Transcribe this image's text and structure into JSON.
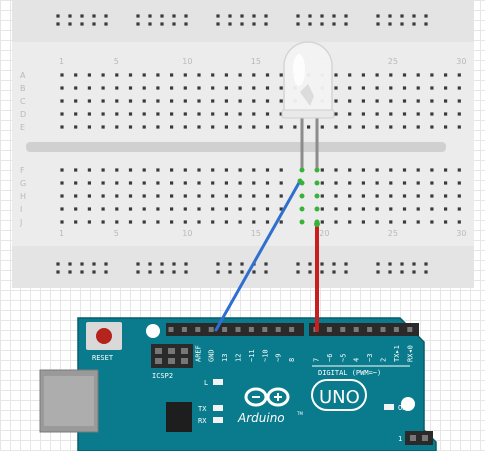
{
  "breadboard": {
    "column_labels": [
      "1",
      "5",
      "10",
      "15",
      "20",
      "25",
      "30"
    ],
    "row_labels_top": [
      "A",
      "B",
      "C",
      "D",
      "E"
    ],
    "row_labels_bottom": [
      "F",
      "G",
      "H",
      "I",
      "J"
    ]
  },
  "arduino": {
    "reset_label": "RESET",
    "icsp_label": "ICSP2",
    "pin_labels": [
      "AREF",
      "GND",
      "13",
      "12",
      "~11",
      "~10",
      "~9",
      "8",
      "7",
      "~6",
      "~5",
      "4",
      "~3",
      "2",
      "TX▸1",
      "RX◂0"
    ],
    "digital_label": "DIGITAL (PWM=~)",
    "led_l_label": "L",
    "tx_label": "TX",
    "rx_label": "RX",
    "brand_label": "Arduino",
    "trademark": "TM",
    "model_label": "UNO",
    "on_label": "ON",
    "pin1_label": "1"
  },
  "wires": [
    {
      "name": "gnd-wire",
      "color": "#2f6fd0",
      "from": "GND",
      "to": "LED cathode row"
    },
    {
      "name": "pin7-wire",
      "color": "#c81e1e",
      "from": "7",
      "to": "LED anode row"
    }
  ],
  "colors": {
    "board": "#0a7b8c",
    "board_edge": "#075c69",
    "breadboard": "#ececec",
    "header": "#2a2a2a",
    "reset_button": "#b5231d",
    "usb": "#9a9a9a",
    "chip": "#1e1e1e",
    "hole_active": "#37b33a"
  }
}
